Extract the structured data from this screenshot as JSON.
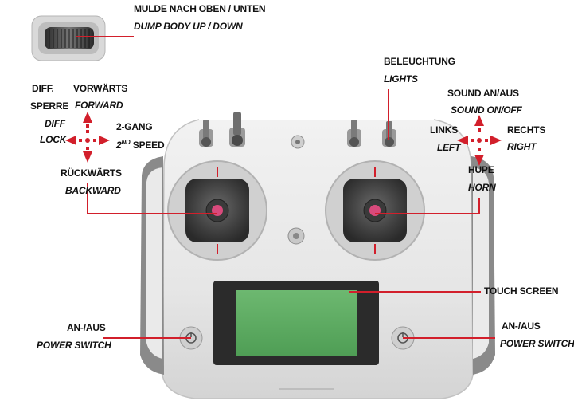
{
  "callouts": {
    "dump": {
      "de": "MULDE NACH OBEN / UNTEN",
      "en": "DUMP BODY UP / DOWN"
    },
    "lights": {
      "de": "BELEUCHTUNG",
      "en": "LIGHTS"
    },
    "diff_lock": {
      "de_line1": "DIFF.",
      "de_line2": "SPERRE",
      "en_line1": "DIFF",
      "en_line2": "LOCK"
    },
    "forward": {
      "de": "VORWÄRTS",
      "en": "FORWARD"
    },
    "gear": {
      "de": "2-GANG",
      "en_prefix": "2",
      "en_sup": "ND",
      "en_suffix": " SPEED"
    },
    "backward": {
      "de": "RÜCKWÄRTS",
      "en": "BACKWARD"
    },
    "sound": {
      "de": "SOUND AN/AUS",
      "en": "SOUND ON/OFF"
    },
    "left": {
      "de": "LINKS",
      "en": "LEFT"
    },
    "right": {
      "de": "RECHTS",
      "en": "RIGHT"
    },
    "horn": {
      "de": "HUPE",
      "en": "HORN"
    },
    "touch": {
      "de": "TOUCH SCREEN"
    },
    "power_left": {
      "de": "AN-/AUS",
      "en": "POWER SWITCH"
    },
    "power_right": {
      "de": "AN-/AUS",
      "en": "POWER SWITCH"
    }
  },
  "colors": {
    "callout_line": "#d21f2b",
    "arrow": "#d21f2b",
    "body": "#e4e4e4",
    "grip": "#8c8c8c",
    "screen": "#5fae64"
  }
}
